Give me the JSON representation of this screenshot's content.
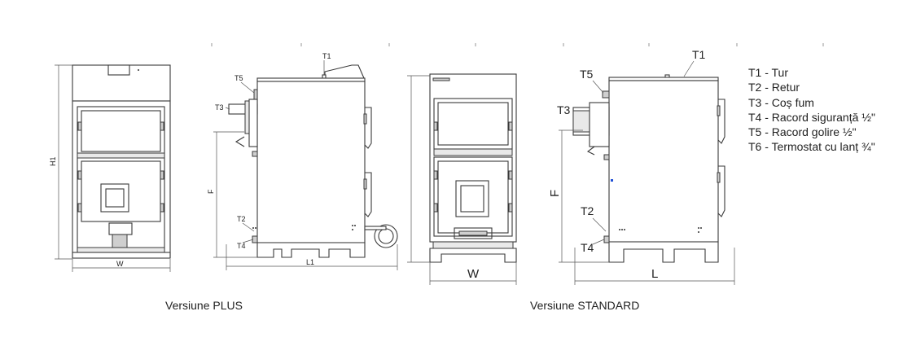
{
  "plus": {
    "caption": "Versiune PLUS",
    "front_view": {
      "width_label": "W",
      "height_label": "H1"
    },
    "side_view": {
      "labels": {
        "t1": "T1",
        "t2": "T2",
        "t3": "T3",
        "t4": "T4",
        "t5": "T5"
      },
      "length_label": "L1",
      "height_label": "F"
    }
  },
  "standard": {
    "caption": "Versiune STANDARD",
    "front_view": {
      "width_label": "W"
    },
    "side_view": {
      "labels": {
        "t1": "T1",
        "t2": "T2",
        "t3": "T3",
        "t4": "T4",
        "t5": "T5"
      },
      "length_label": "L",
      "height_label": "F"
    }
  },
  "legend": [
    "T1 - Tur",
    "T2 - Retur",
    "T3 - Coș fum",
    "T4 - Racord siguranță ½\"",
    "T5 - Racord golire ½\"",
    "T6 - Termostat cu lanț ¾\""
  ]
}
